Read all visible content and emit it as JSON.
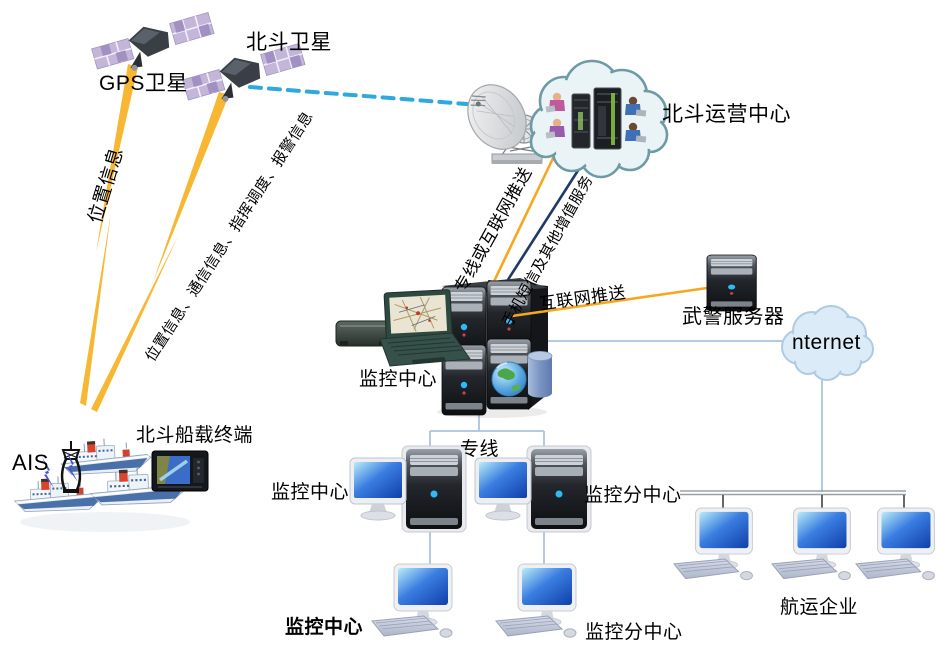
{
  "diagram": {
    "space_segment": {
      "gps_label": "GPS卫星",
      "beidou_label": "北斗卫星"
    },
    "operation_center": {
      "label": "北斗运营中心"
    },
    "links": {
      "position_info": "位置信息",
      "full_info": "位置信息、通信信息、指挥调度、报警信息",
      "dedicated_or_internet_push": "专线或互联网推送",
      "sms_value_added": "手机短信及其他增值服务",
      "internet_push": "互联网推送",
      "dedicated_line": "专线"
    },
    "monitoring_center": {
      "label": "监控中心"
    },
    "armed_police_server": {
      "label": "武警服务器"
    },
    "internet_cloud": {
      "label": "nternet"
    },
    "sub_centers": {
      "mid_left": "监控中心",
      "mid_right": "监控分中心",
      "bottom_left": "监控中心",
      "bottom_right": "监控分中心"
    },
    "shipping_enterprise": {
      "label": "航运企业"
    },
    "vessels": {
      "ais_label": "AIS",
      "terminal_label": "北斗船载终端"
    },
    "icons": [
      "gps-satellite-icon",
      "beidou-satellite-icon",
      "ground-dish-icon",
      "radio-tower-icon",
      "operation-center-cloud-icon",
      "server-rack-icon",
      "operator-person-icon",
      "lightning-link-icon",
      "ais-antenna-icon",
      "ship-icon",
      "shipborne-terminal-icon",
      "laptop-icon",
      "router-icon",
      "server-stack-icon",
      "globe-icon",
      "database-cylinder-icon",
      "server-tower-icon",
      "internet-cloud-icon",
      "workstation-icon",
      "monitor-icon"
    ],
    "colors": {
      "link_yellow": "#F5A81F",
      "link_navy": "#1F3A67",
      "link_dashed_blue": "#2FA8DC",
      "link_steel": "#A9C4DE",
      "bus_gray": "#9aa0a6",
      "drop_gray": "#3f444a",
      "bolt_yellow": "#F7B733",
      "op_cloud_fill": "#EAF4F6",
      "op_cloud_border": "#6E9AA6",
      "net_cloud_fill": "#DCEBF8",
      "net_cloud_border": "#AECBE3",
      "screen_blue": "#1848B8"
    }
  }
}
